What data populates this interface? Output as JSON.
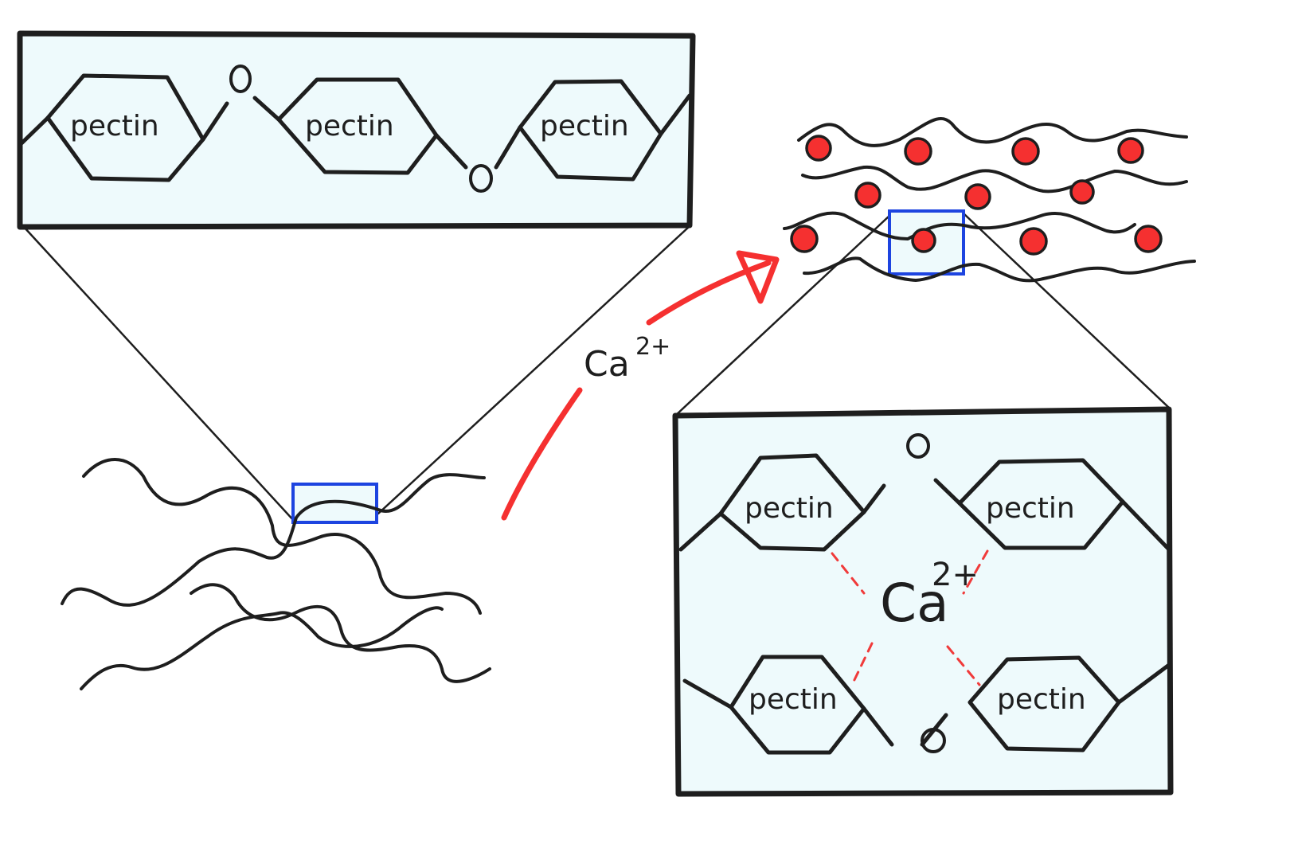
{
  "diagram": {
    "title": "Pectin gelation by calcium ion cross-linking",
    "top_panel": {
      "units": [
        "pectin",
        "pectin",
        "pectin"
      ],
      "linkers": [
        "O",
        "O"
      ]
    },
    "arrow_label": {
      "ion": "Ca",
      "charge": "2+"
    },
    "bottom_panel": {
      "units": [
        "pectin",
        "pectin",
        "pectin",
        "pectin"
      ],
      "linkers": [
        "O",
        "O"
      ],
      "center_ion": "Ca",
      "center_charge": "2+"
    },
    "colors": {
      "panel_fill": "#eefafc",
      "ink": "#1e1e1e",
      "zoom_box": "#1d44e0",
      "calcium_ion": "#f53030",
      "arrow": "#f53030"
    }
  }
}
